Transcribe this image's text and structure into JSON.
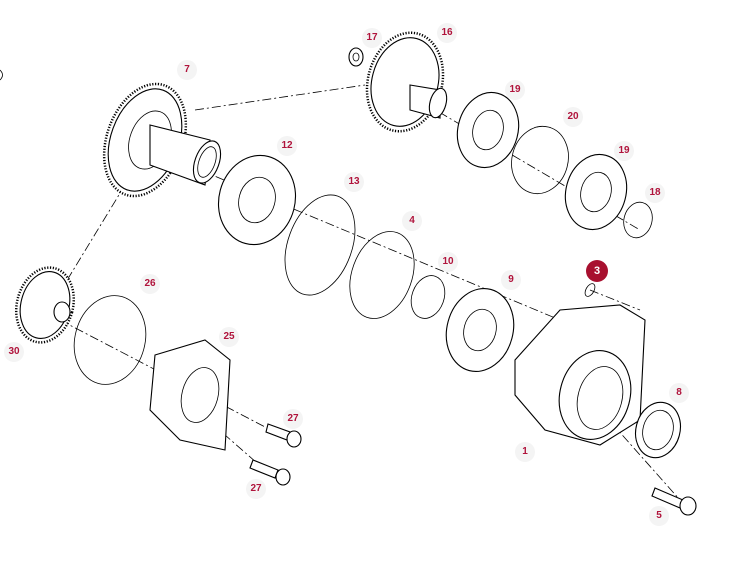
{
  "diagram": {
    "selected_part": "3",
    "colors": {
      "label_text": "#b0133b",
      "selected_fill": "#a8102f",
      "label_bg": "#f4f4f4"
    },
    "labels": [
      "17",
      "16",
      "7",
      "19",
      "20",
      "12",
      "19",
      "13",
      "18",
      "4",
      "10",
      "9",
      "3",
      "26",
      "30",
      "25",
      "8",
      "27",
      "1",
      "27",
      "5"
    ]
  }
}
